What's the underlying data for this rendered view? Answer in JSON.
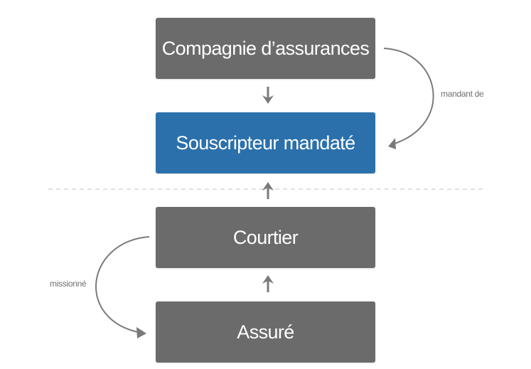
{
  "boxes": {
    "company": "Compagnie d’assurances",
    "underwriter": "Souscripteur mandaté",
    "broker": "Courtier",
    "insured": "Assuré"
  },
  "labels": {
    "mandant": "mandant de",
    "missionne": "missionné"
  },
  "colors": {
    "grey_box": "#6b6b6b",
    "blue_box": "#2b70ab",
    "arrow": "#7a7a7a",
    "divider": "#cccccc"
  }
}
